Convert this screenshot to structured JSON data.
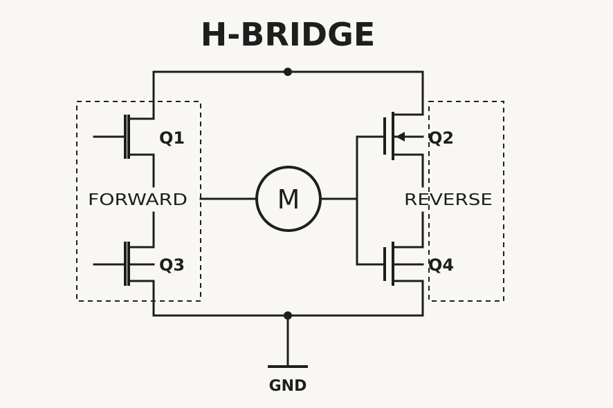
{
  "title": "H-BRIDGE",
  "motor_label": "M",
  "transistors": {
    "q1": "Q1",
    "q2": "Q2",
    "q3": "Q3",
    "q4": "Q4"
  },
  "groups": {
    "forward": "FORWARD",
    "reverse": "REVERSE"
  },
  "ground_label": "GND",
  "colors": {
    "ink": "#1e1e1e",
    "background": "#f8f7f3"
  }
}
